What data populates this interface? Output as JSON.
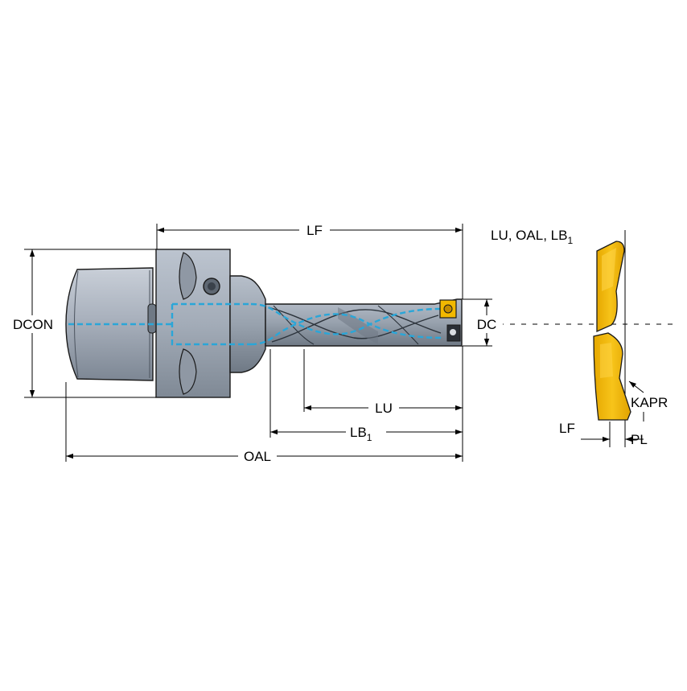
{
  "diagram": {
    "dimensions": {
      "lf": "LF",
      "dcon": "DCON",
      "dc": "DC",
      "lu": "LU",
      "lb1_main": "LB",
      "lb1_sub": "1",
      "oal": "OAL",
      "insert_header_main": "LU, OAL, LB",
      "insert_header_sub": "1",
      "kapr": "KAPR",
      "insert_lf": "LF",
      "pl": "PL"
    },
    "colors": {
      "body": "#a9b1bd",
      "body_dark": "#8a93a0",
      "outline": "#1a1a1a",
      "coolant": "#2aa6d8",
      "insert": "#f0b800",
      "insert_edge": "#c98f00",
      "dim_line": "#000000"
    }
  }
}
